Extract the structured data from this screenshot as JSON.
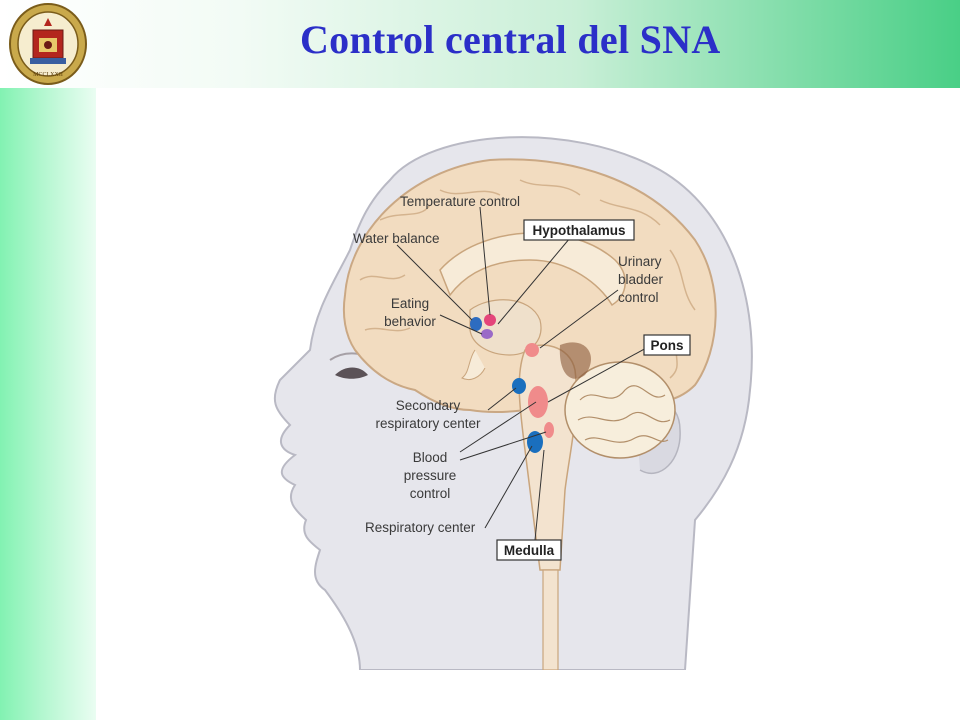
{
  "slide": {
    "title": "Control central del SNA",
    "seal_text": "UNIVERSITAS STUDIORUM MURCIANA · ANNO MCCLXXII"
  },
  "diagram": {
    "labels": {
      "temperature_control": "Temperature control",
      "hypothalamus": "Hypothalamus",
      "water_balance": "Water balance",
      "eating_line1": "Eating",
      "eating_line2": "behavior",
      "urinary_line1": "Urinary",
      "urinary_line2": "bladder",
      "urinary_line3": "control",
      "pons": "Pons",
      "secondary_line1": "Secondary",
      "secondary_line2": "respiratory center",
      "blood_line1": "Blood",
      "blood_line2": "pressure",
      "blood_line3": "control",
      "respiratory_center": "Respiratory center",
      "medulla": "Medulla"
    }
  },
  "colors": {
    "title": "#2b2fc8",
    "sidebar": "#82f2b2",
    "header_accent": "#49cf86",
    "skin": "#e6e6ec",
    "brain": "#f2dcc0",
    "brainstem": "#f3e3cf",
    "cerebellum": "#f7eedc",
    "blue_center": "#1a6fbe",
    "pink_center": "#f08b8b"
  }
}
